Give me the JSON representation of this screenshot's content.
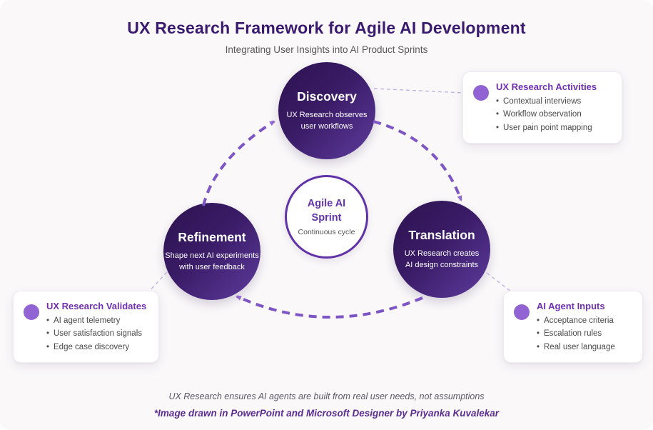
{
  "header": {
    "title": "UX Research Framework for Agile AI Development",
    "subtitle": "Integrating User Insights into AI Product Sprints"
  },
  "cycle": {
    "nodes": [
      {
        "title": "Discovery",
        "desc_lines": [
          "UX Research observes",
          "user workflows"
        ]
      },
      {
        "title": "Refinement",
        "desc_lines": [
          "Shape next AI experiments",
          "with user feedback"
        ]
      },
      {
        "title": "Translation",
        "desc_lines": [
          "UX Research creates",
          "AI design constraints"
        ]
      }
    ],
    "center": {
      "title_lines": [
        "Agile AI",
        "Sprint"
      ],
      "subtitle": "Continuous cycle"
    },
    "flow": "Discovery → Translation → Refinement → Discovery (clockwise continuous cycle)"
  },
  "callouts": [
    {
      "title": "UX Research Activities",
      "items": [
        "Contextual interviews",
        "Workflow observation",
        "User pain point mapping"
      ]
    },
    {
      "title": "UX Research Validates",
      "items": [
        "AI agent telemetry",
        "User satisfaction signals",
        "Edge case discovery"
      ]
    },
    {
      "title": "AI Agent Inputs",
      "items": [
        "Acceptance criteria",
        "Escalation rules",
        "Real user language"
      ]
    }
  ],
  "footer": {
    "note": "UX Research ensures AI agents are built from real user needs, not assumptions",
    "credit": "*Image drawn in PowerPoint and Microsoft Designer by Priyanka Kuvalekar"
  },
  "icons": {
    "bullet_dot": "filled-circle",
    "flow_arrowhead": "triangle-arrowhead"
  },
  "colors": {
    "background": "#faf8f9",
    "title": "#3a1a6e",
    "subtitle": "#595959",
    "node_gradient_dark": "#2c1350",
    "node_gradient_light": "#5e3c9e",
    "node_text": "#ffffff",
    "center_border": "#6233a8",
    "center_title": "#6233a8",
    "center_subtitle": "#555555",
    "dashed_arc": "#7d55c4",
    "arrowhead": "#9168d0",
    "thin_connector": "#c3b2e4",
    "callout_title": "#7030b0",
    "callout_text": "#4a4a4a",
    "bullet_dot": "#9263d2",
    "footer_note": "#5c5866",
    "footer_credit": "#5b2d91"
  }
}
